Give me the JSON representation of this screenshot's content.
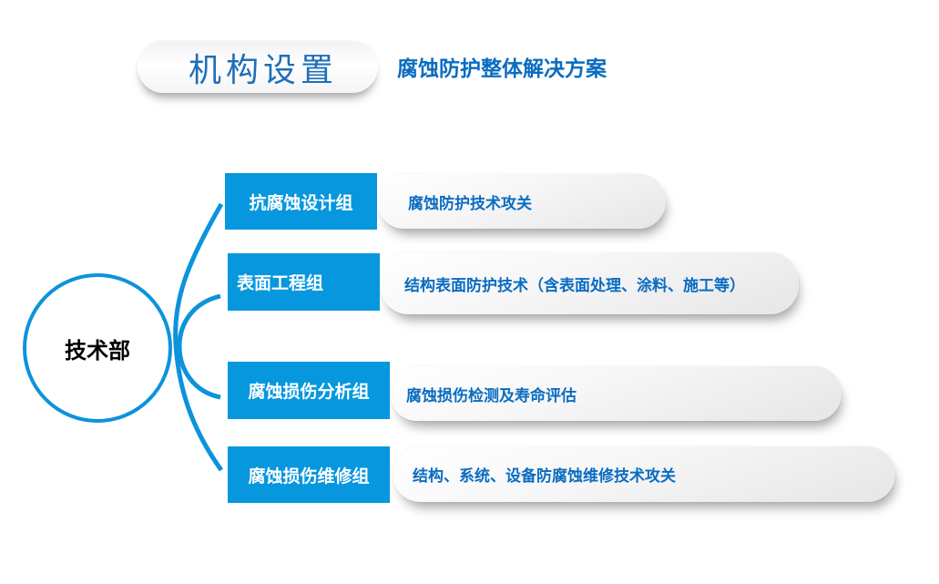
{
  "header": {
    "title": "机构设置",
    "subtitle": "腐蚀防护整体解决方案"
  },
  "hub": {
    "label": "技术部"
  },
  "groups": [
    {
      "name": "抗腐蚀设计组",
      "description": "腐蚀防护技术攻关"
    },
    {
      "name": "表面工程组",
      "description": "结构表面防护技术（含表面处理、涂料、施工等）"
    },
    {
      "name": "腐蚀损伤分析组",
      "description": "腐蚀损伤检测及寿命评估"
    },
    {
      "name": "腐蚀损伤维修组",
      "description": "结构、系统、设备防腐蚀维修技术攻关"
    }
  ],
  "colors": {
    "accent": "#0797de",
    "title_text": "#1f6fb8",
    "description_text": "#0a6cc0",
    "hub_border": "#0c93db"
  }
}
